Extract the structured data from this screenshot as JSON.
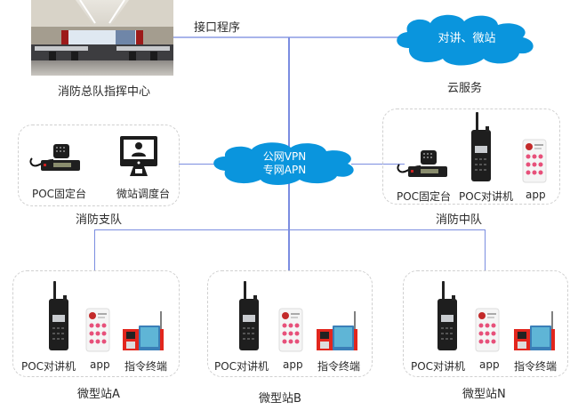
{
  "diagram": {
    "command_center": {
      "label": "消防总队指挥中心",
      "image": "command-center-photo"
    },
    "interface_label": "接口程序",
    "cloud_service": {
      "cloud_text": "对讲、微站",
      "label": "云服务"
    },
    "network_cloud": {
      "line1": "公网VPN",
      "line2": "专网APN"
    },
    "detachment": {
      "label": "消防支队",
      "devices": [
        {
          "label": "POC固定台",
          "icon": "vehicle-radio-icon"
        },
        {
          "label": "微站调度台",
          "icon": "monitor-user-icon"
        }
      ]
    },
    "squadron": {
      "label": "消防中队",
      "devices": [
        {
          "label": "POC固定台",
          "icon": "vehicle-radio-icon"
        },
        {
          "label": "POC对讲机",
          "icon": "walkie-talkie-icon"
        },
        {
          "label": "app",
          "icon": "phone-app-icon"
        }
      ]
    },
    "micro_stations": [
      {
        "label": "微型站A",
        "devices": [
          {
            "label": "POC对讲机",
            "icon": "walkie-talkie-icon"
          },
          {
            "label": "app",
            "icon": "phone-app-icon"
          },
          {
            "label": "指令终端",
            "icon": "command-terminal-icon"
          }
        ]
      },
      {
        "label": "微型站B",
        "devices": [
          {
            "label": "POC对讲机",
            "icon": "walkie-talkie-icon"
          },
          {
            "label": "app",
            "icon": "phone-app-icon"
          },
          {
            "label": "指令终端",
            "icon": "command-terminal-icon"
          }
        ]
      },
      {
        "label": "微型站N",
        "devices": [
          {
            "label": "POC对讲机",
            "icon": "walkie-talkie-icon"
          },
          {
            "label": "app",
            "icon": "phone-app-icon"
          },
          {
            "label": "指令终端",
            "icon": "command-terminal-icon"
          }
        ]
      }
    ],
    "colors": {
      "line": "#7b8de0",
      "cloud": "#0a95dd",
      "group_border": "#d0d0d0"
    }
  }
}
